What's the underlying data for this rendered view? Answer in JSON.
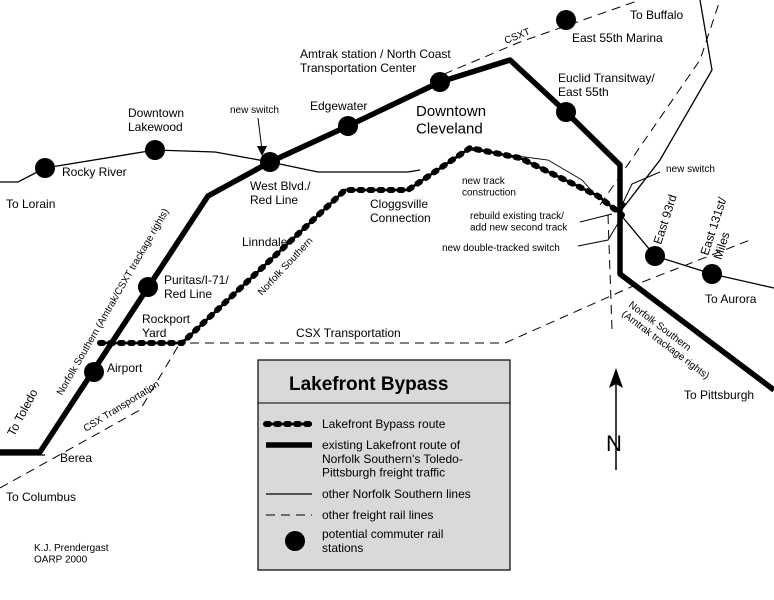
{
  "title": "Lakefront Bypass",
  "colors": {
    "line": "#000000",
    "legend_bg": "#d9d9d9",
    "background": "#ffffff"
  },
  "stations": {
    "rocky_river": "Rocky River",
    "downtown_lakewood": "Downtown\nLakewood",
    "west_blvd": "West Blvd./\nRed Line",
    "edgewater": "Edgewater",
    "amtrak": "Amtrak station / North Coast\nTransportation Center",
    "downtown_cleveland": "Downtown\nCleveland",
    "euclid": "Euclid Transitway/\nEast 55th",
    "east_55th_marina": "East 55th Marina",
    "puritas": "Puritas/I-71/\nRed Line",
    "airport": "Airport",
    "east_93rd": "East 93rd",
    "east_131st": "East 131st/\nMiles",
    "linndale": "Linndale",
    "rockport_yard": "Rockport\nYard",
    "cloggsville": "Cloggsville\nConnection",
    "berea": "Berea"
  },
  "destinations": {
    "lorain": "To Lorain",
    "toledo": "To Toledo",
    "columbus": "To Columbus",
    "buffalo": "To Buffalo",
    "aurora": "To Aurora",
    "pittsburgh": "To Pittsburgh"
  },
  "rail_labels": {
    "csxt": "CSXT",
    "ns_amtrak_csxt": "Norfolk Southern (Amtrak/CSXT trackage rights)",
    "csx_transportation_h": "CSX Transportation",
    "csx_transportation_diag": "CSX Transportation",
    "norfolk_southern": "Norfolk Southern",
    "ns_amtrak_east": "Norfolk Southern\n(Amtrak trackage rights)"
  },
  "notes": {
    "new_switch_west": "new switch",
    "new_switch_east": "new switch",
    "new_track": "new track\nconstruction",
    "rebuild_track": "rebuild existing track/\nadd new second track",
    "double_switch": "new double-tracked switch"
  },
  "legend": {
    "title": "Lakefront Bypass",
    "items": [
      {
        "symbol": "dotted",
        "text": "Lakefront Bypass route"
      },
      {
        "symbol": "thick",
        "text": "existing Lakefront route of\nNorfolk Southern's Toledo-\nPittsburgh freight traffic"
      },
      {
        "symbol": "thin",
        "text": "other Norfolk Southern lines"
      },
      {
        "symbol": "dashed",
        "text": "other freight rail lines"
      },
      {
        "symbol": "dot",
        "text": "potential commuter rail\nstations"
      }
    ]
  },
  "north_label": "N",
  "credit": "K.J. Prendergast\nOARP 2000"
}
